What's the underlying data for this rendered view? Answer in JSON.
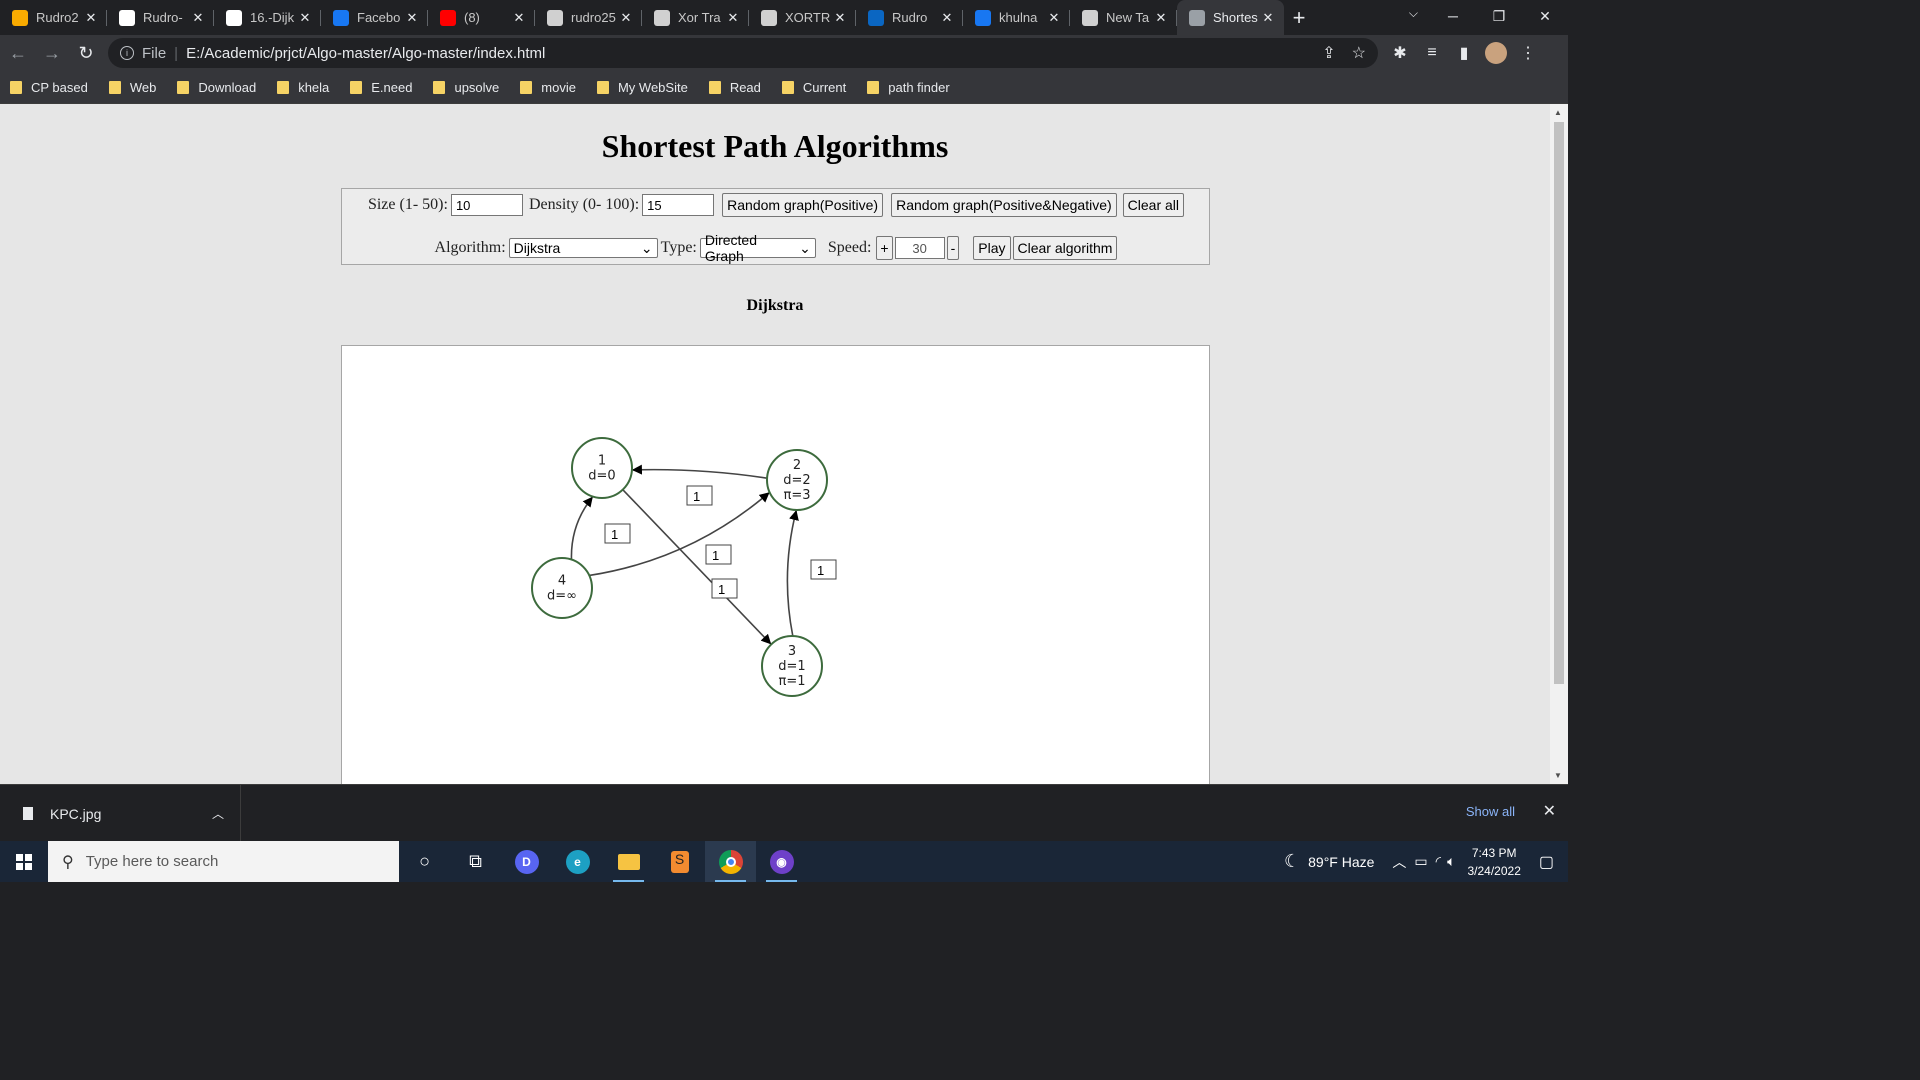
{
  "browser": {
    "tabs": [
      {
        "title": "Rudro2",
        "icon": "bar-chart-icon",
        "color": "#f9ab00"
      },
      {
        "title": "Rudro-",
        "icon": "github-icon",
        "color": "#ffffff"
      },
      {
        "title": "16.-Dijk",
        "icon": "github-icon",
        "color": "#ffffff"
      },
      {
        "title": "Facebo",
        "icon": "facebook-icon",
        "color": "#1877f2"
      },
      {
        "title": "(8)",
        "icon": "youtube-icon",
        "color": "#ff0000"
      },
      {
        "title": "rudro25",
        "icon": "codechef-icon",
        "color": "#d0d0d0"
      },
      {
        "title": "Xor Tra",
        "icon": "codechef-icon",
        "color": "#d0d0d0"
      },
      {
        "title": "XORTR",
        "icon": "dash-icon",
        "color": "#d0d0d0"
      },
      {
        "title": "Rudro",
        "icon": "linkedin-icon",
        "color": "#0a66c2"
      },
      {
        "title": "khulna",
        "icon": "facebook-icon",
        "color": "#1877f2"
      },
      {
        "title": "New Ta",
        "icon": "chrome-icon",
        "color": "#d0d0d0"
      },
      {
        "title": "Shortes",
        "icon": "globe-icon",
        "color": "#9aa0a6",
        "active": true
      }
    ],
    "address": {
      "scheme_label": "File",
      "url": "E:/Academic/prjct/Algo-master/Algo-master/index.html"
    },
    "bookmarks": [
      "CP based",
      "Web",
      "Download",
      "khela",
      "E.need",
      "upsolve",
      "movie",
      "My WebSite",
      "Read",
      "Current",
      "path finder"
    ]
  },
  "page": {
    "title": "Shortest Path Algorithms",
    "controls": {
      "size_label": "Size (1- 50):",
      "size_value": "10",
      "density_label": "Density (0- 100):",
      "density_value": "15",
      "random_positive": "Random graph(Positive)",
      "random_pos_neg": "Random graph(Positive&Negative)",
      "clear_all": "Clear all",
      "algorithm_label": "Algorithm:",
      "algorithm_value": "Dijkstra",
      "type_label": "Type:",
      "type_value": "Directed Graph",
      "speed_label": "Speed:",
      "speed_plus": "+",
      "speed_value": "30",
      "speed_minus": "-",
      "play": "Play",
      "clear_algorithm": "Clear algorithm"
    },
    "algorithm_heading": "Dijkstra",
    "graph": {
      "nodes": [
        {
          "id": "1",
          "lines": [
            "1",
            "d=0"
          ]
        },
        {
          "id": "2",
          "lines": [
            "2",
            "d=2",
            "π=3"
          ]
        },
        {
          "id": "3",
          "lines": [
            "3",
            "d=1",
            "π=1"
          ]
        },
        {
          "id": "4",
          "lines": [
            "4",
            "d=∞"
          ]
        }
      ],
      "edges": [
        {
          "from": "2",
          "to": "1",
          "weight": "1"
        },
        {
          "from": "4",
          "to": "1",
          "weight": "1"
        },
        {
          "from": "4",
          "to": "2",
          "weight": "1"
        },
        {
          "from": "1",
          "to": "3",
          "weight": "1"
        },
        {
          "from": "3",
          "to": "2",
          "weight": "1"
        }
      ],
      "node_stroke": "#3d6b3d"
    }
  },
  "download": {
    "filename": "KPC.jpg",
    "show_all": "Show all"
  },
  "taskbar": {
    "search_placeholder": "Type here to search",
    "weather": "89°F  Haze",
    "time": "7:43 PM",
    "date": "3/24/2022"
  }
}
